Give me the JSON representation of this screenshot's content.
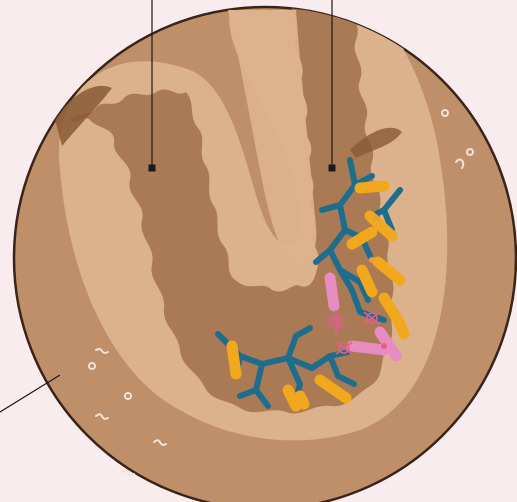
{
  "figure": {
    "background": "#f8ecee",
    "colors": {
      "tissue_outer": "#bf8f6a",
      "tissue_light": "#dcb28d",
      "lumen": "#aa7a55",
      "lumen_shadow": "#8a5a35",
      "outline": "#3a2418",
      "bacteria_blue": "#1f6d8c",
      "bacteria_orange": "#f2a81d",
      "bacteria_pink": "#e68cc0",
      "microbe_pink": "#e0608a",
      "debris": "#f3e2d6"
    },
    "callouts": [
      {
        "target": "crypt-lumen"
      },
      {
        "target": "bacterial-colony"
      },
      {
        "target": "tissue"
      }
    ],
    "icons": [
      "bacteria-icon",
      "virus-icon",
      "debris-icon"
    ]
  }
}
